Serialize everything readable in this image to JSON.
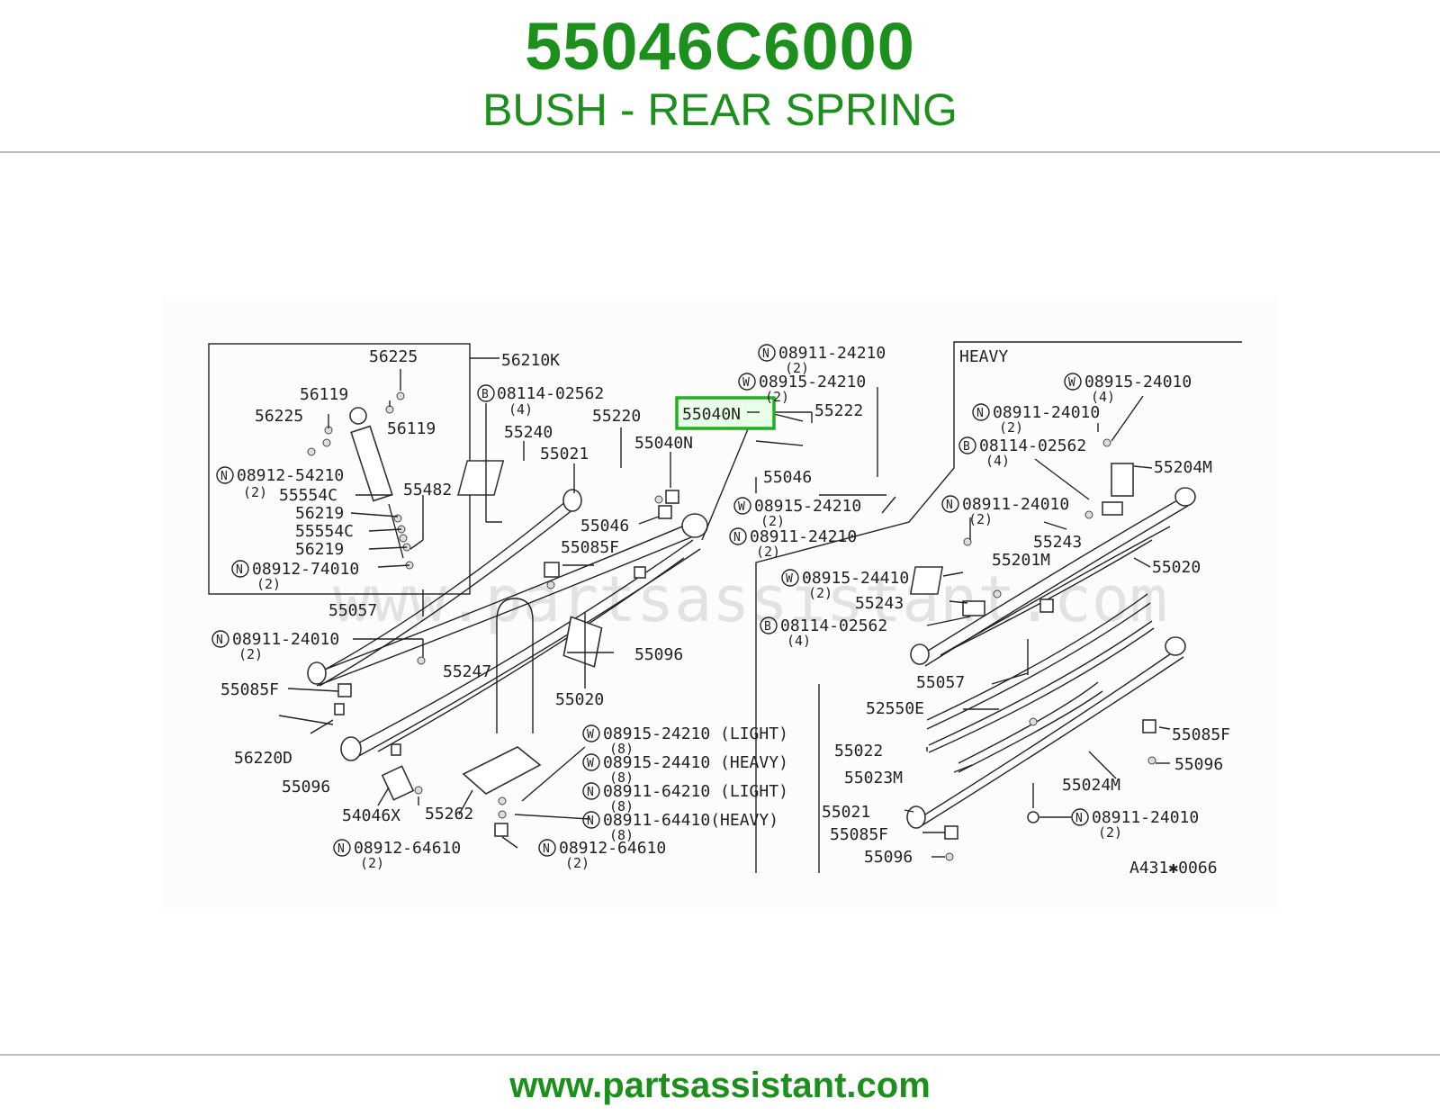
{
  "header": {
    "part_number": "55046C6000",
    "description": "BUSH - REAR SPRING"
  },
  "footer": {
    "url": "www.partsassistant.com"
  },
  "diagram": {
    "watermark": "www.partsassistant.com",
    "highlight_color": "#22b022",
    "section_label": "HEAVY",
    "figure_code": "A431✱0066",
    "highlighted_label": "55040N",
    "labels": {
      "l56225a": "56225",
      "l56210K": "56210K",
      "l56119a": "56119",
      "l56225b": "56225",
      "l56119b": "56119",
      "l08912_54210": "08912-54210",
      "l55554Ca": "55554C",
      "l55482": "55482",
      "l56219a": "56219",
      "l55554Cb": "55554C",
      "l56219b": "56219",
      "l08912_74010": "08912-74010",
      "l55057a": "55057",
      "l08114_02562a": "08114-02562",
      "l55240": "55240",
      "l55220": "55220",
      "l55021a": "55021",
      "l55040Nb": "55040N",
      "l55046a": "55046",
      "l55085Fa": "55085F",
      "l08911_24010a": "08911-24010",
      "l55247": "55247",
      "l55096a": "55096",
      "l55020a": "55020",
      "l55085Fb": "55085F",
      "l56220D": "56220D",
      "l55096b": "55096",
      "l54046X": "54046X",
      "l55262": "55262",
      "l08912_64610a": "08912-64610",
      "l08912_64610b": "08912-64610",
      "l08915_24210L": "08915-24210 (LIGHT)",
      "l08915_24410H": "08915-24410 (HEAVY)",
      "l08911_64210L": "08911-64210 (LIGHT)",
      "l08911_64410H": "08911-64410(HEAVY)",
      "l08911_24210a": "08911-24210",
      "l08915_24210a": "08915-24210",
      "l55222": "55222",
      "l55046b": "55046",
      "l08915_24210b": "08915-24210",
      "l08911_24210b": "08911-24210",
      "l08915_24010": "08915-24010",
      "l08911_24010b": "08911-24010",
      "l08114_02562b": "08114-02562",
      "l55204M": "55204M",
      "l08911_24010c": "08911-24010",
      "l55243a": "55243",
      "l55020b": "55020",
      "l08915_24410": "08915-24410",
      "l55201M": "55201M",
      "l55243b": "55243",
      "l08114_02562c": "08114-02562",
      "l55057b": "55057",
      "l52550E": "52550E",
      "l55022": "55022",
      "l55023M": "55023M",
      "l55024M": "55024M",
      "l55085Fc": "55085F",
      "l55096c": "55096",
      "l55021b": "55021",
      "l55085Fd": "55085F",
      "l55096d": "55096",
      "l08911_24010d": "08911-24010"
    },
    "qty": {
      "q2": "(2)",
      "q4": "(4)",
      "q8": "(8)"
    },
    "prefixes": {
      "n": "N",
      "w": "W",
      "b": "B"
    }
  }
}
